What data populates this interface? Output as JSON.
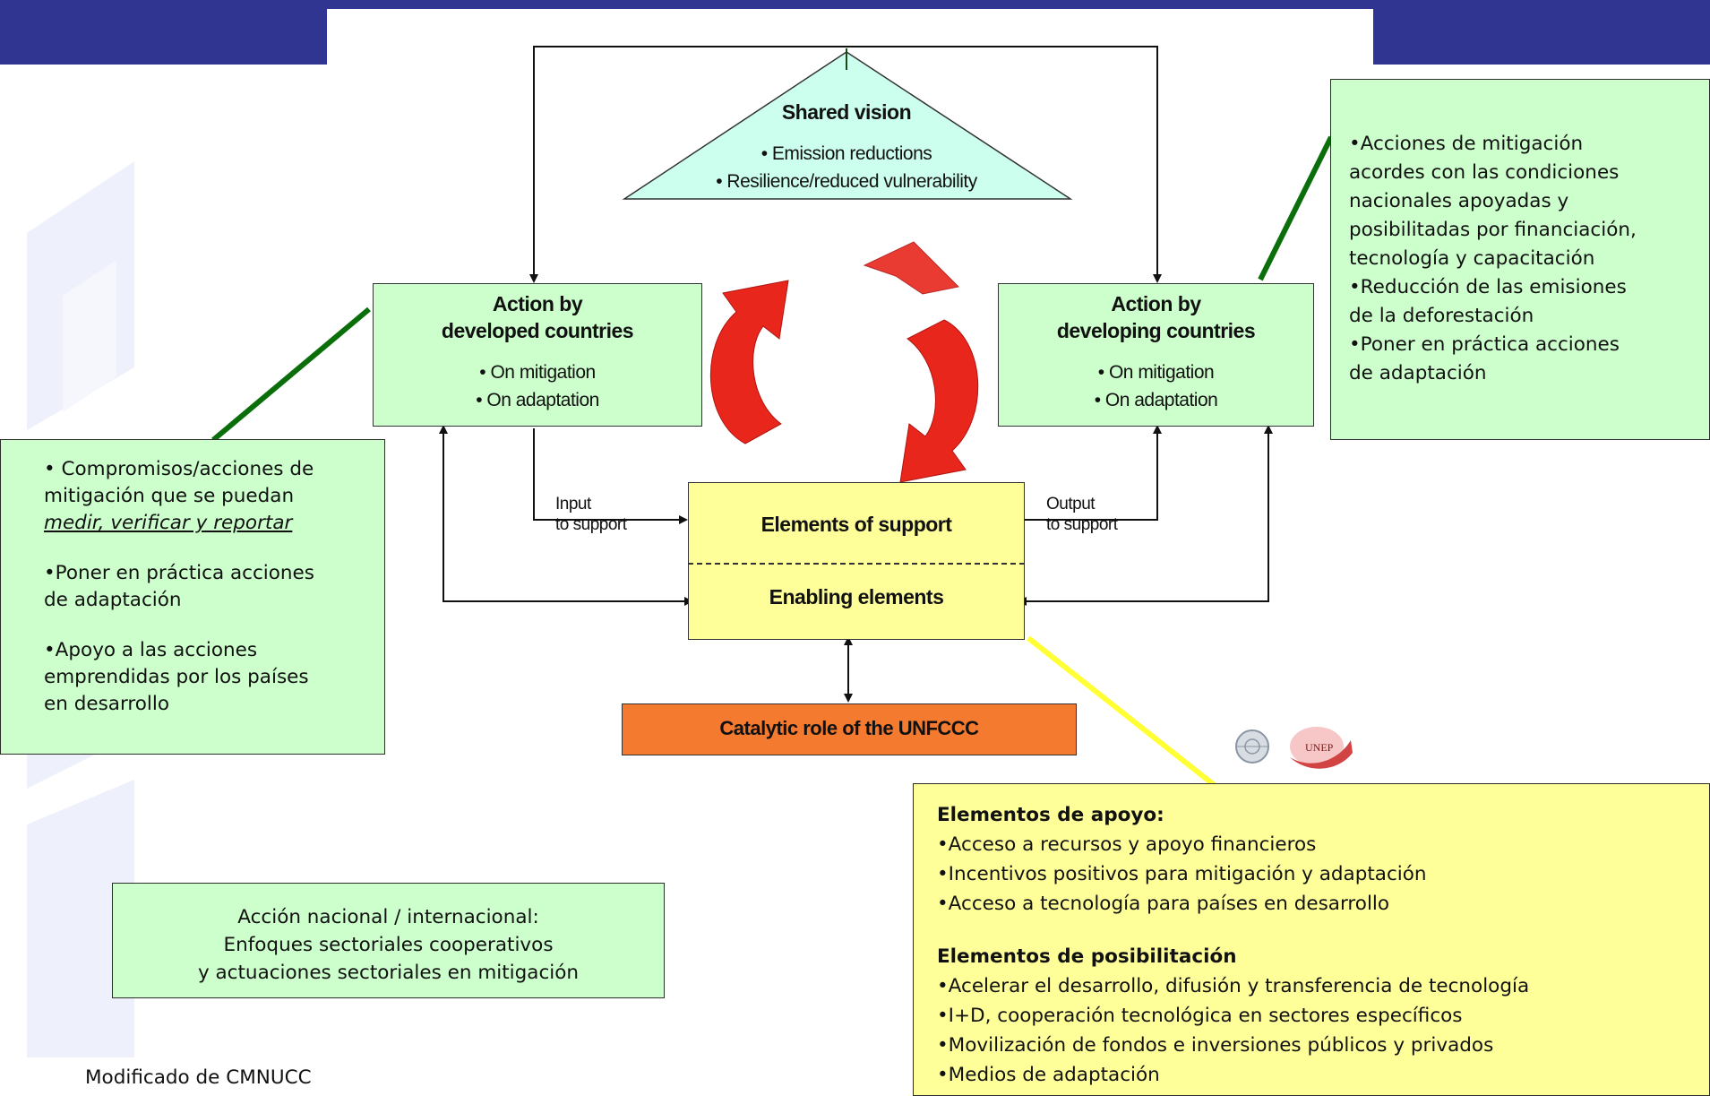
{
  "diagram": {
    "shared_vision": {
      "title": "Shared vision",
      "items": [
        "• Emission reductions",
        "• Resilience/reduced vulnerability"
      ]
    },
    "developed": {
      "title_line1": "Action by",
      "title_line2": "developed countries",
      "items": [
        "• On mitigation",
        "• On adaptation"
      ]
    },
    "developing": {
      "title_line1": "Action by",
      "title_line2": "developing countries",
      "items": [
        "• On mitigation",
        "• On adaptation"
      ]
    },
    "support_box": {
      "top": "Elements of support",
      "bottom": "Enabling elements"
    },
    "input_label": [
      "Input",
      "to support"
    ],
    "output_label": [
      "Output",
      "to support"
    ],
    "catalytic": "Catalytic role of the UNFCCC",
    "colors": {
      "triangle": "#ccffee",
      "action_box": "#ccffcc",
      "support_box": "#ffff99",
      "catalytic_box": "#f47a30",
      "cycle_arrows": "#e8261c",
      "header_band": "#2f3590"
    }
  },
  "notes": {
    "left": {
      "line1": "• Compromisos/acciones de",
      "line2": "mitigación que se puedan",
      "line3": "medir, verificar y reportar",
      "line4": "•Poner en práctica acciones",
      "line5": "de adaptación",
      "line6": "•Apoyo a las acciones",
      "line7": "emprendidas por los países",
      "line8": "en desarrollo"
    },
    "right": {
      "lines": [
        "•Acciones de mitigación",
        "acordes con las condiciones",
        "nacionales apoyadas y",
        "posibilitadas por financiación,",
        "tecnología y capacitación",
        "•Reducción de las emisiones",
        "de la deforestación",
        "•Poner en práctica acciones",
        "de adaptación"
      ]
    },
    "bottom_left": {
      "lines": [
        "Acción nacional / internacional:",
        "Enfoques sectoriales cooperativos",
        "y actuaciones sectoriales en mitigación"
      ]
    },
    "bottom_right": {
      "support_heading": "Elementos de apoyo:",
      "support_items": [
        "•Acceso a recursos y apoyo financieros",
        "•Incentivos positivos para mitigación y adaptación",
        "•Acceso a tecnología para países en desarrollo"
      ],
      "enabling_heading": "Elementos de posibilitación",
      "enabling_items": [
        "•Acelerar el desarrollo, difusión y transferencia de tecnología",
        "•I+D, cooperación tecnológica en sectores específicos",
        "•Movilización de fondos e inversiones públicos y privados",
        "•Medios de adaptación"
      ]
    }
  },
  "source": "Modificado de CMNUCC",
  "logos": [
    "un-emblem-icon",
    "unep-logo-icon"
  ]
}
